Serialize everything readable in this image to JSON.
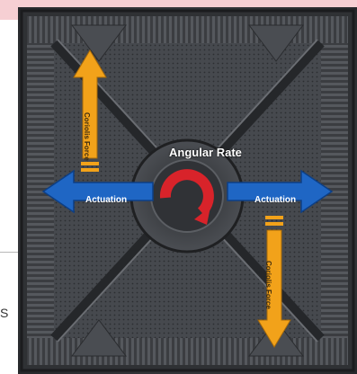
{
  "diagram": {
    "center_label": "Angular Rate",
    "actuation_left_label": "Actuation",
    "actuation_right_label": "Actuation",
    "coriolis_top_label": "Coriolis Force",
    "coriolis_bottom_label": "Coriolis Force"
  },
  "page": {
    "stray_mark": "S"
  },
  "colors": {
    "actuation_arrow": "#1f66c4",
    "coriolis_arrow": "#f2a21a",
    "rotation_arrow": "#d8232a",
    "page_background": "#f6cfd3"
  }
}
